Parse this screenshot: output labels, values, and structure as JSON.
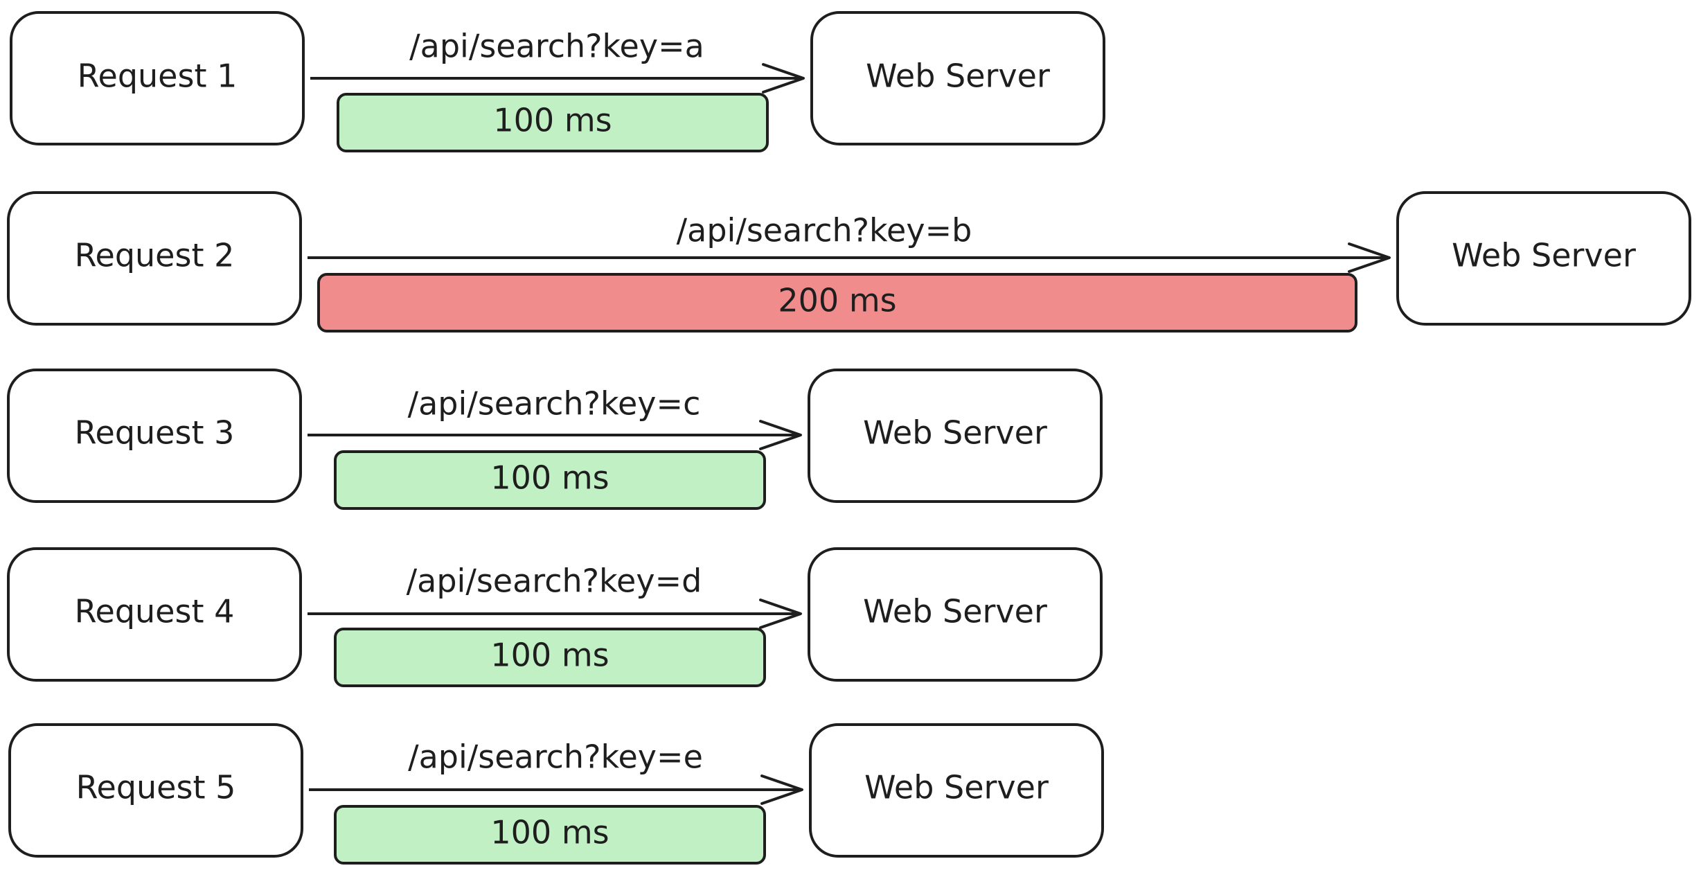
{
  "rows": [
    {
      "request": "Request 1",
      "url": "/api/search?key=a",
      "server": "Web Server",
      "duration": "100 ms",
      "status": "fast"
    },
    {
      "request": "Request 2",
      "url": "/api/search?key=b",
      "server": "Web Server",
      "duration": "200 ms",
      "status": "slow"
    },
    {
      "request": "Request 3",
      "url": "/api/search?key=c",
      "server": "Web Server",
      "duration": "100 ms",
      "status": "fast"
    },
    {
      "request": "Request 4",
      "url": "/api/search?key=d",
      "server": "Web Server",
      "duration": "100 ms",
      "status": "fast"
    },
    {
      "request": "Request 5",
      "url": "/api/search?key=e",
      "server": "Web Server",
      "duration": "100 ms",
      "status": "fast"
    }
  ],
  "colors": {
    "stroke": "#1e1e1e",
    "fast_fill": "#c0f0c3",
    "slow_fill": "#f08c8c",
    "box_fill": "#ffffff"
  }
}
